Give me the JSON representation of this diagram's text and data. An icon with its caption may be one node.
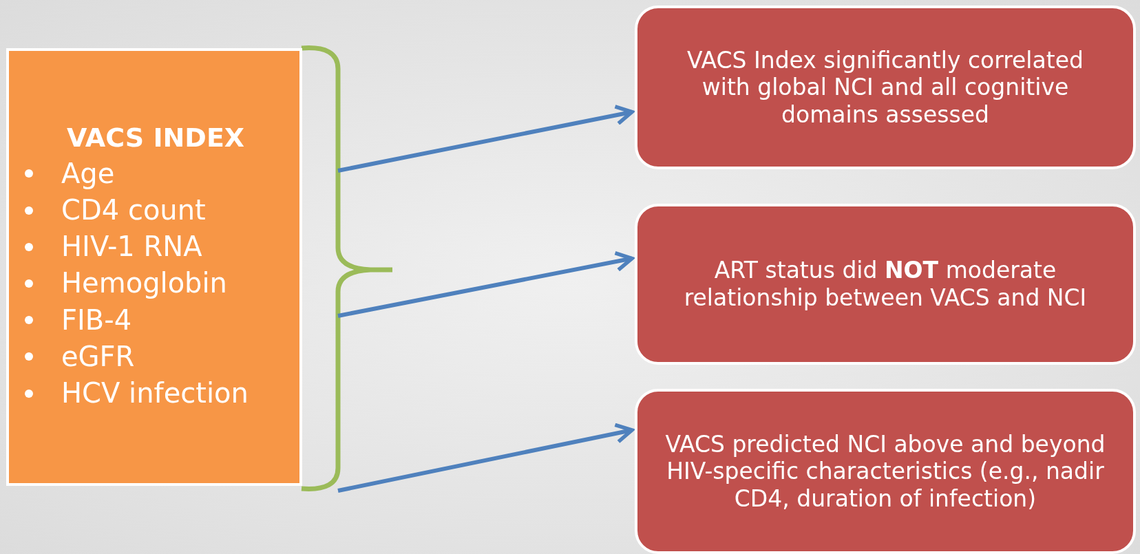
{
  "diagram": {
    "nodes": [
      {
        "text": [
          "VACS INDEX",
          "Age",
          "CD4 count",
          "HIV-1 RNA",
          "Hemoglobin",
          "FIB-4",
          "eGFR",
          "HCV infection"
        ]
      },
      {
        "text": [
          "VACS Index significantly correlated with global NCI and all cognitive domains assessed"
        ]
      },
      {
        "text": [
          "ART status did **NOT** moderate relationship between VACS and NCI"
        ]
      },
      {
        "text": [
          "VACS predicted NCI above and beyond HIV-specific characteristics (e.g., nadir CD4, duration of infection)"
        ]
      }
    ],
    "edges": [
      {
        "from": 0,
        "to": 1,
        "arrow": "to"
      },
      {
        "from": 0,
        "to": 2,
        "arrow": "to"
      },
      {
        "from": 0,
        "to": 3,
        "arrow": "to"
      }
    ]
  }
}
